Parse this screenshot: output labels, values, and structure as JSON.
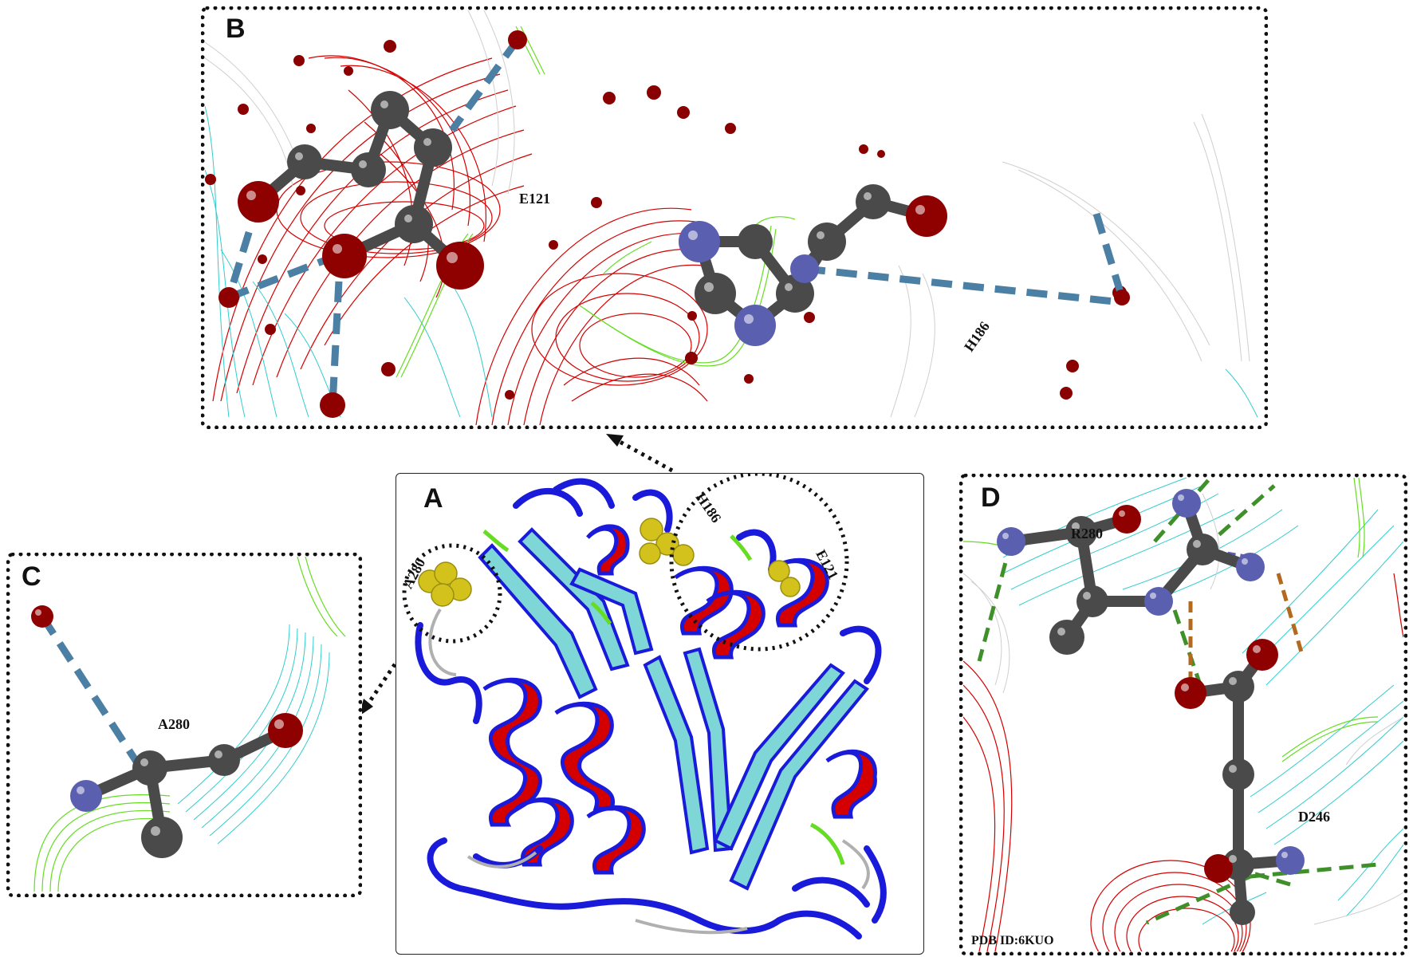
{
  "panels": {
    "A": {
      "letter": "A",
      "labels": {
        "h186": "H186",
        "e121": "E121",
        "a280": "A280"
      }
    },
    "B": {
      "letter": "B",
      "labels": {
        "e121": "E121",
        "h186": "H186"
      }
    },
    "C": {
      "letter": "C",
      "labels": {
        "a280": "A280"
      }
    },
    "D": {
      "letter": "D",
      "labels": {
        "r280": "R280",
        "d246": "D246"
      },
      "pdb_id": "PDB ID:6KUO"
    }
  },
  "colors": {
    "carbon": "#4a4a4a",
    "oxygen": "#9b0000",
    "nitrogen": "#5a5fb0",
    "sulfur_highlight": "#d4c21c",
    "helix": "#d40000",
    "strand": "#7fd6d6",
    "backbone": "#1a1adb",
    "loop": "#b0b0b0",
    "turn": "#66dd22",
    "hbond_blue": "#4b7fa3",
    "hbond_green": "#3f8f2a",
    "salt_bridge": "#b36a1e"
  }
}
